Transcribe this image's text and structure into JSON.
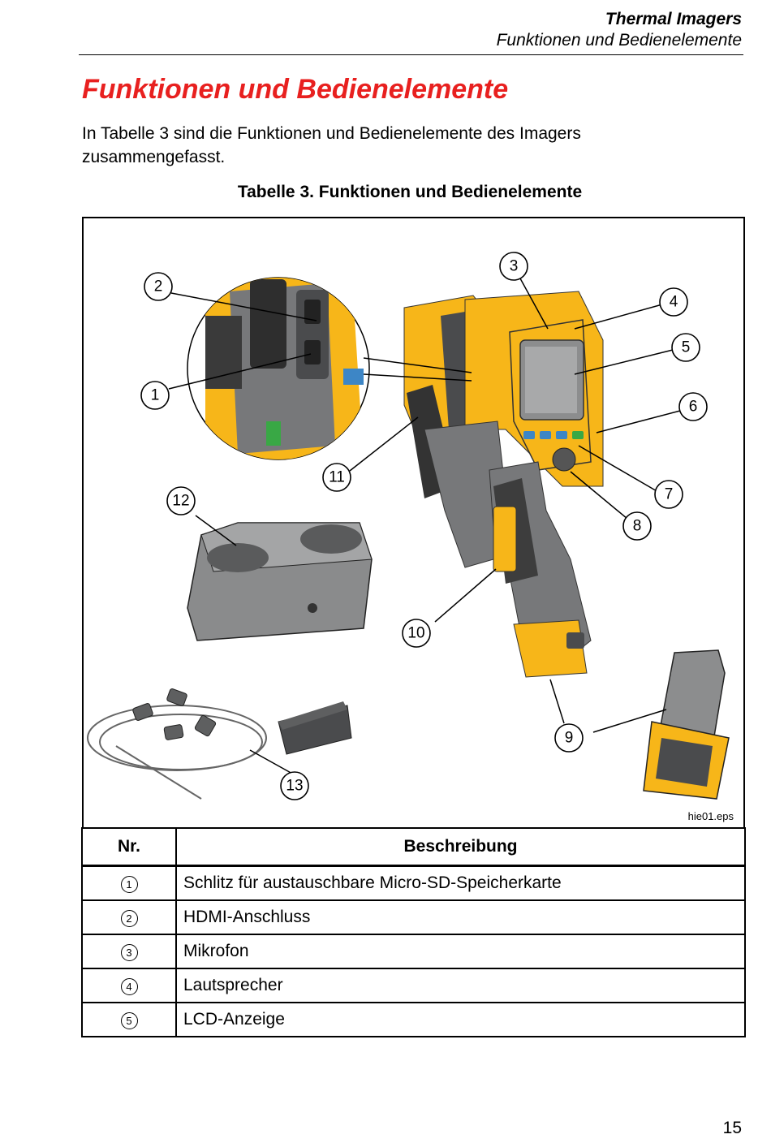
{
  "header": {
    "title": "Thermal Imagers",
    "subtitle": "Funktionen und Bedienelemente"
  },
  "section_title": "Funktionen und Bedienelemente",
  "intro": "In Tabelle 3 sind die Funktionen und Bedienelemente des Imagers zusammengefasst.",
  "table_caption": "Tabelle 3. Funktionen und Bedienelemente",
  "figure": {
    "file_label": "hie01.eps",
    "callouts": [
      "1",
      "2",
      "3",
      "4",
      "5",
      "6",
      "7",
      "8",
      "9",
      "10",
      "11",
      "12",
      "13"
    ],
    "colors": {
      "body_yellow": "#f7b619",
      "body_gray": "#77787a",
      "dark_gray": "#4a4b4d",
      "button_blue": "#3d86c6",
      "button_green": "#39a845"
    }
  },
  "table": {
    "headers": {
      "nr": "Nr.",
      "desc": "Beschreibung"
    },
    "rows": [
      {
        "nr": "1",
        "desc": "Schlitz für austauschbare Micro-SD-Speicherkarte"
      },
      {
        "nr": "2",
        "desc": "HDMI-Anschluss"
      },
      {
        "nr": "3",
        "desc": "Mikrofon"
      },
      {
        "nr": "4",
        "desc": "Lautsprecher"
      },
      {
        "nr": "5",
        "desc": "LCD-Anzeige"
      }
    ]
  },
  "page_number": "15"
}
